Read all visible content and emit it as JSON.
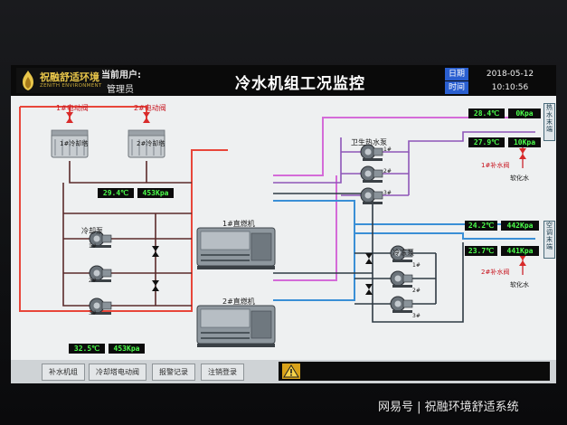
{
  "header": {
    "logo_name": "祝融舒适环境",
    "logo_tagline": "ZENITH ENVIRONMENT",
    "user_label": "当前用户:",
    "user_value": "管理员",
    "title": "冷水机组工况监控",
    "date_label": "日期",
    "date_value": "2018-05-12",
    "time_label": "时间",
    "time_value": "10:10:56"
  },
  "colors": {
    "pipe_red": "#e8463a",
    "pipe_pink": "#d46bd8",
    "pipe_purple": "#8e56b8",
    "pipe_blue": "#3a8fd6",
    "pipe_dark": "#3a3a3a",
    "value_green": "#4cff4c",
    "accent_blue": "#2a5fd0"
  },
  "cooling_towers": [
    {
      "valve_label": "1#电动阀",
      "tower_label": "1#冷却塔"
    },
    {
      "valve_label": "2#电动阀",
      "tower_label": "2#冷却塔"
    }
  ],
  "cooling_water": {
    "supply_temp": "29.4℃",
    "supply_pressure": "453Kpa",
    "return_temp": "32.5℃",
    "return_pressure": "453Kpa",
    "pump_label": "冷却泵",
    "pumps": [
      "1#",
      "2#",
      "3#"
    ]
  },
  "chillers": [
    {
      "label": "1#直燃机"
    },
    {
      "label": "2#直燃机"
    }
  ],
  "hot_water": {
    "pump_label": "卫生热水泵",
    "pumps": [
      "1#",
      "2#",
      "3#"
    ],
    "pipe_temp": "28.4℃",
    "pipe_pressure": "0Kpa",
    "return_temp": "27.9℃",
    "return_pressure": "10Kpa",
    "makeup_valve": "1#补水阀",
    "soft_water": "软化水",
    "side_label": "热水末端"
  },
  "chilled_water": {
    "pump_label": "冷冻泵",
    "pumps": [
      "1#",
      "2#",
      "3#"
    ],
    "supply_temp": "24.2℃",
    "supply_pressure": "442Kpa",
    "return_temp": "23.7℃",
    "return_pressure": "441Kpa",
    "makeup_valve": "2#补水阀",
    "soft_water": "软化水",
    "side_label": "空调末端"
  },
  "buttons": {
    "makeup": "补水机组",
    "tower_valve": "冷却塔电动阀",
    "alarm_log": "报警记录",
    "logout": "注销登录"
  },
  "watermark": "网易号 | 祝融环境舒适系统"
}
